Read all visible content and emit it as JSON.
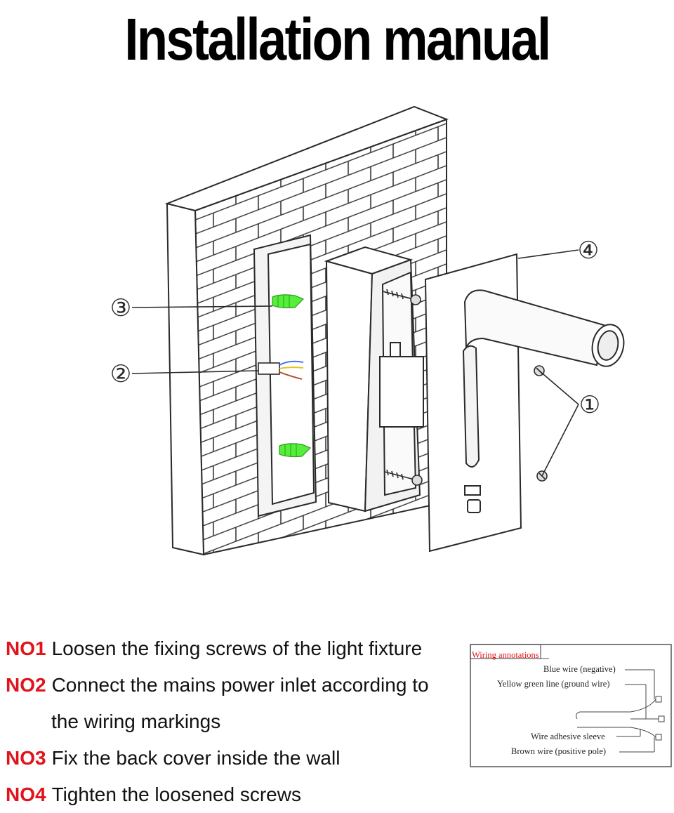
{
  "title": "Installation manual",
  "diagram": {
    "callouts": [
      "④",
      "③",
      "②",
      "①"
    ],
    "colors": {
      "anchor": "#55ee3a",
      "wire_blue": "#3a66ff",
      "wire_yellow": "#e6c21a",
      "wire_brown": "#b4481c",
      "line": "#2a2a2a"
    }
  },
  "steps": [
    {
      "no": "NO1",
      "text": "Loosen the fixing screws of the light fixture"
    },
    {
      "no": "NO2",
      "text": "Connect the mains power inlet according to"
    },
    {
      "no": "",
      "text": "the wiring markings"
    },
    {
      "no": "NO3",
      "text": "Fix the back cover inside the wall"
    },
    {
      "no": "NO4",
      "text": "Tighten the loosened screws"
    }
  ],
  "wiring": {
    "title": "Wiring annotations",
    "labels": [
      "Blue wire (negative)",
      "Yellow green line (ground wire)",
      "Wire adhesive sleeve",
      "Brown wire (positive pole)"
    ],
    "accent": "#e0141c"
  }
}
